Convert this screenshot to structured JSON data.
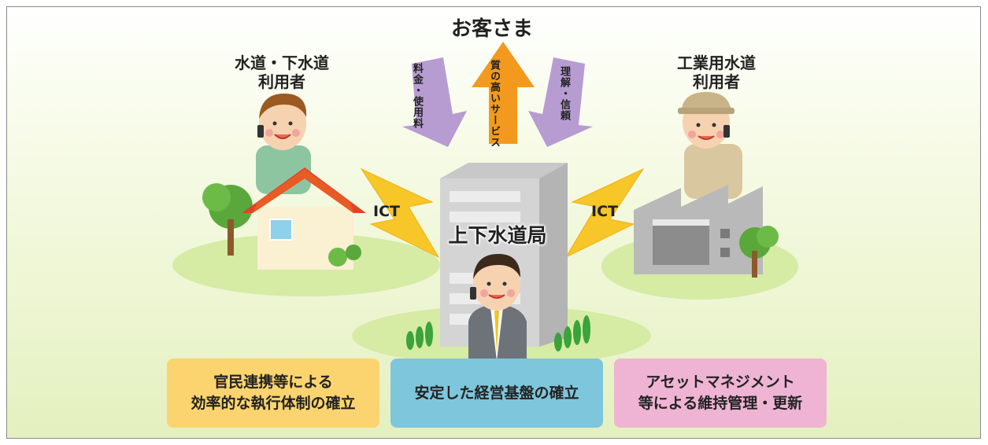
{
  "title": "お客さま",
  "users": {
    "left": "水道・下水道\n利用者",
    "right": "工業用水道\n利用者"
  },
  "arrows": {
    "left": "料金・使用料",
    "center": "質の高いサービス",
    "right": "理解・信頼"
  },
  "ict": {
    "left": "ICT",
    "right": "ICT"
  },
  "bureau": "上下水道局",
  "goals": [
    "官民連携等による\n効率的な執行体制の確立",
    "安定した経営基盤の確立",
    "アセットマネジメント\n等による維持管理・更新"
  ],
  "colors": {
    "arrow_purple": "#b79cd2",
    "arrow_orange": "#f39a1e",
    "lightning": "#f7c628",
    "goal_yellow": "#fcd46f",
    "goal_blue": "#7ec6db",
    "goal_pink": "#efb4d4"
  }
}
